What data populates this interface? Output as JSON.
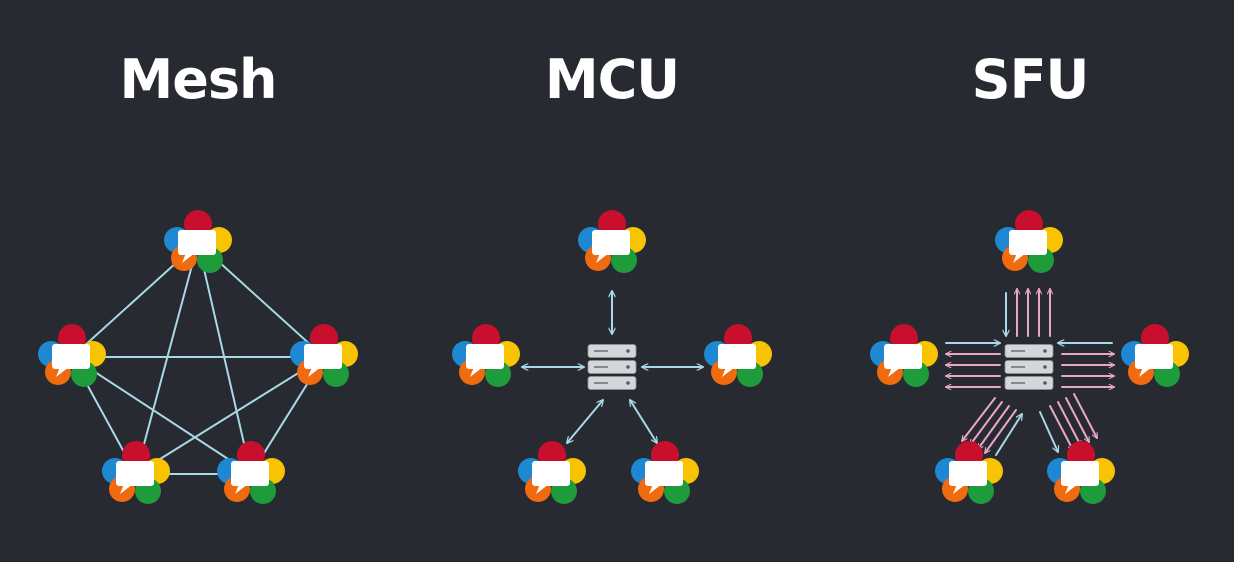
{
  "titles": {
    "mesh": "Mesh",
    "mcu": "MCU",
    "sfu": "SFU"
  },
  "icons": {
    "peer": "webrtc-logo-icon",
    "server": "server-rack-icon"
  },
  "colors": {
    "background": "#282a31",
    "link": "#a9d8e6",
    "sfu_outgoing": "#e9a6c8",
    "logo_red": "#c8102e",
    "logo_yellow": "#f8c300",
    "logo_green": "#1e9b3a",
    "logo_orange": "#f06a0f",
    "logo_blue": "#1e88d2",
    "server": "#d4d6d9"
  }
}
